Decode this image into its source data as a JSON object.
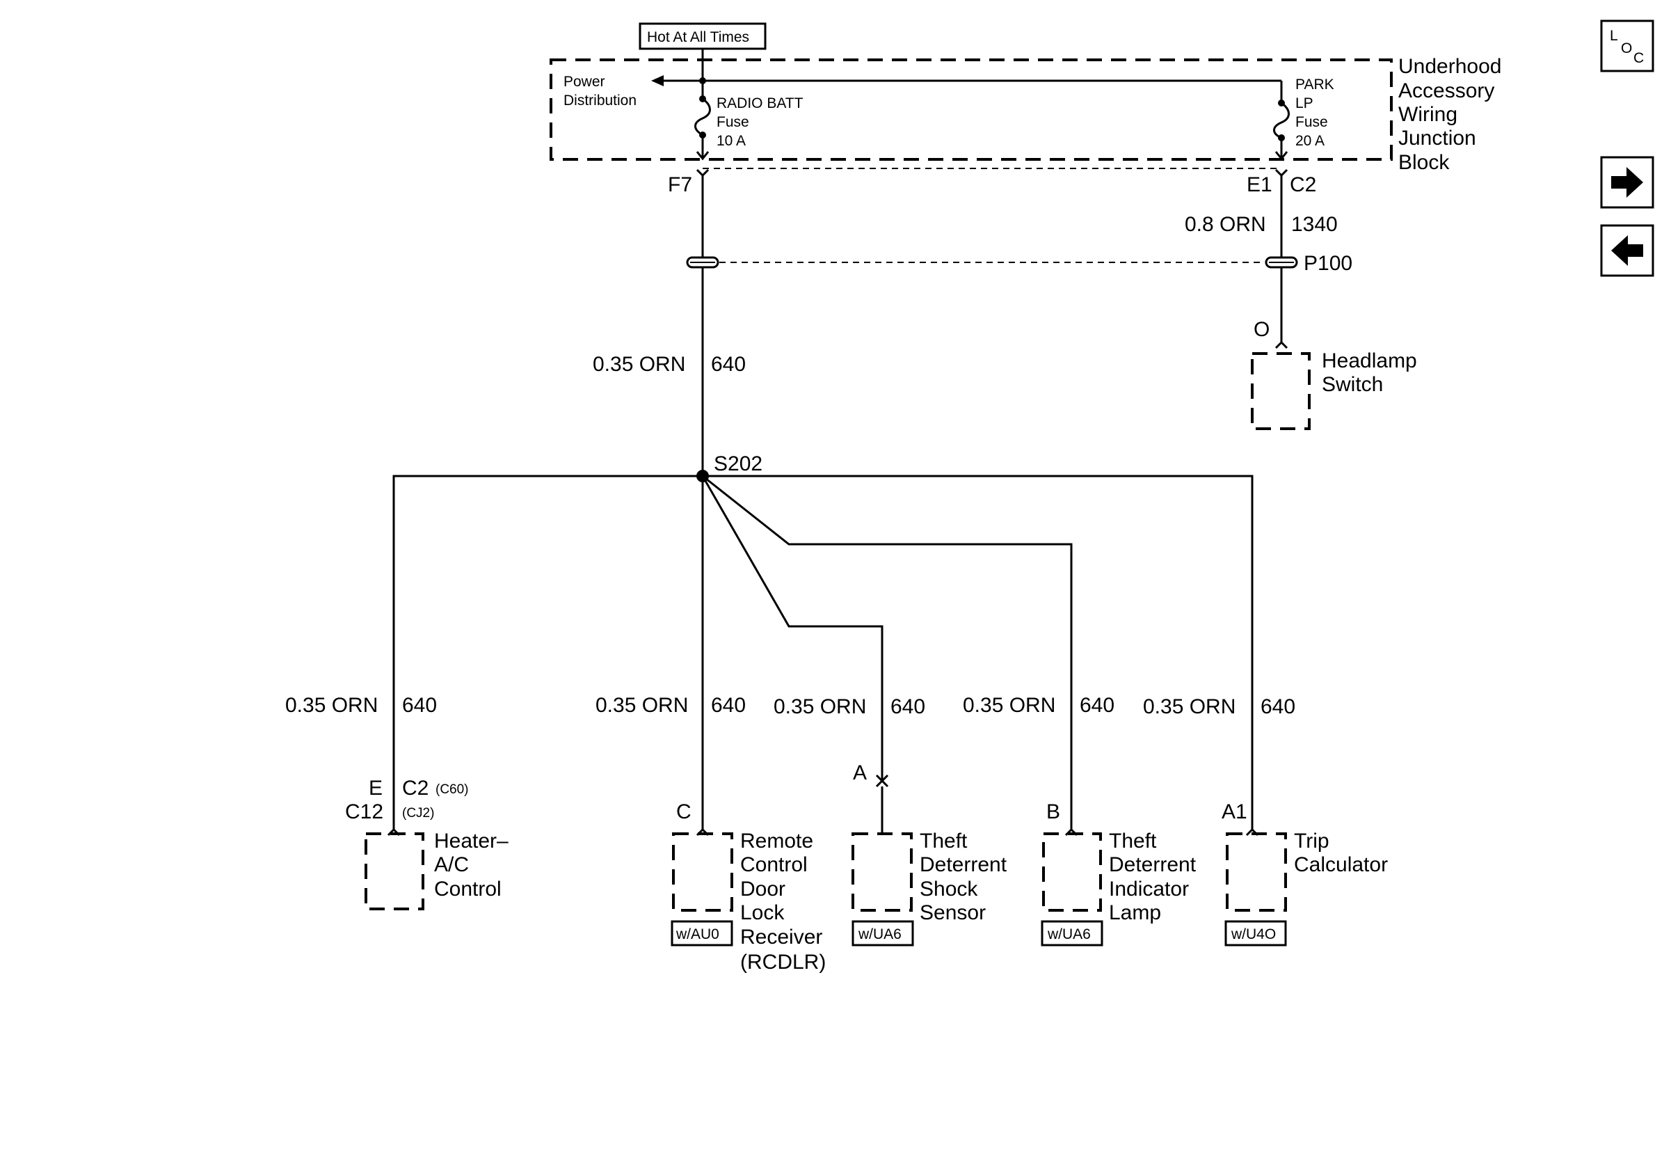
{
  "header": {
    "hot_label": "Hot At All Times"
  },
  "junction_block": {
    "name": [
      "Underhood",
      "Accessory",
      "Wiring",
      "Junction",
      "Block"
    ],
    "power_distribution": [
      "Power",
      "Distribution"
    ],
    "fuse_radio": [
      "RADIO BATT",
      "Fuse",
      "10 A"
    ],
    "fuse_park": [
      "PARK",
      "LP",
      "Fuse",
      "20 A"
    ],
    "term_left": "F7",
    "term_right": "E1",
    "term_right_conn": "C2"
  },
  "circuits": {
    "park_gauge": "0.8 ORN",
    "park_num": "1340",
    "main_gauge": "0.35 ORN",
    "main_num": "640",
    "inline": "P100",
    "splice": "S202"
  },
  "headlamp": {
    "pin": "O",
    "name": [
      "Headlamp",
      "Switch"
    ]
  },
  "branches": [
    {
      "gauge": "0.35 ORN",
      "num": "640"
    },
    {
      "gauge": "0.35 ORN",
      "num": "640"
    },
    {
      "gauge": "0.35 ORN",
      "num": "640"
    },
    {
      "gauge": "0.35 ORN",
      "num": "640"
    },
    {
      "gauge": "0.35 ORN",
      "num": "640"
    }
  ],
  "components": {
    "heater": {
      "pin1": "E",
      "conn1": "C2",
      "note1": "(C60)",
      "pin2": "C12",
      "note2": "(CJ2)",
      "name": [
        "Heater–",
        "A/C",
        "Control"
      ]
    },
    "rcdlr": {
      "pin": "C",
      "name": [
        "Remote",
        "Control",
        "Door",
        "Lock",
        "Receiver",
        "(RCDLR)"
      ],
      "option": "w/AU0"
    },
    "shock": {
      "pin": "A",
      "name": [
        "Theft",
        "Deterrent",
        "Shock",
        "Sensor"
      ],
      "option": "w/UA6"
    },
    "lamp": {
      "pin": "B",
      "name": [
        "Theft",
        "Deterrent",
        "Indicator",
        "Lamp"
      ],
      "option": "w/UA6"
    },
    "trip": {
      "pin": "A1",
      "name": [
        "Trip",
        "Calculator"
      ],
      "option": "w/U4O"
    }
  },
  "nav": {
    "loc": [
      "L",
      "O",
      "C"
    ],
    "next_icon": "arrow-right-icon",
    "prev_icon": "arrow-left-icon"
  }
}
